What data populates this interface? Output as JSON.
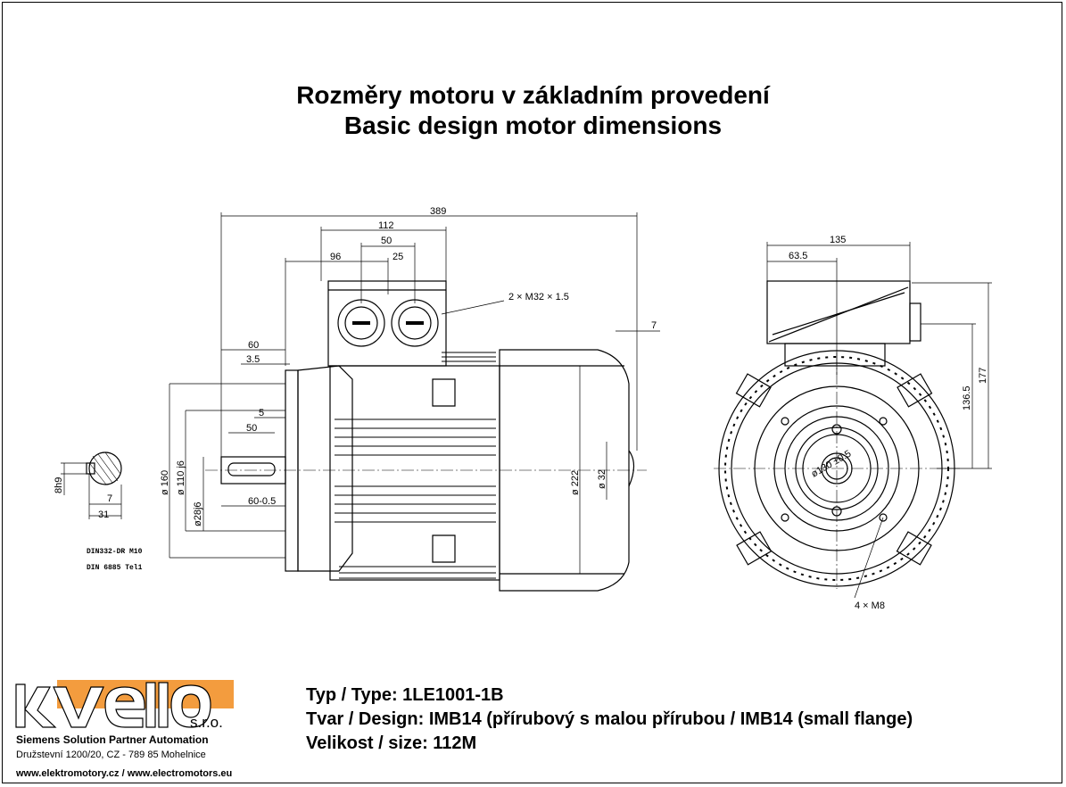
{
  "header": {
    "title_cz": "Rozměry motoru v základním provedení",
    "title_en": "Basic design motor dimensions"
  },
  "side_view": {
    "dims": {
      "overall_length": "389",
      "terminal_box_width": "112",
      "gland_spacing": "50",
      "gland_offset": "25",
      "box_position": "96",
      "flange_to_box": "60",
      "spigot": "3.5",
      "shaft_shoulder": "5",
      "key_length": "50",
      "shaft_length": "60-0.5",
      "rear_gap": "7",
      "flange_dia": "ø 160",
      "pitch_dia": "ø 110 j6",
      "shaft_dia": "ø28j6",
      "frame_dia": "ø 222",
      "fan_hole": "ø 32"
    },
    "gland_note": "2 × M32 × 1.5"
  },
  "end_view": {
    "dims": {
      "width": "135",
      "half_width": "63.5",
      "height_total": "177",
      "height_axis": "136.5",
      "bolt_circle": "ø130 ±0.5"
    },
    "bolts_note": "4 × M8"
  },
  "shaft_section": {
    "key_width": "8h9",
    "key_depth": "7",
    "section_height": "31",
    "norm1": "DIN332-DR M10",
    "norm2": "DIN 6885 Tel1"
  },
  "logo": {
    "brand": "kvello",
    "suffix": "s.r.o.",
    "accent_color": "#f39c3e"
  },
  "company": {
    "tagline": "Siemens Solution Partner Automation",
    "address": "Družstevní 1200/20, CZ - 789 85 Mohelnice",
    "web": "www.elektromotory.cz / www.electromotors.eu"
  },
  "info": {
    "type": "Typ / Type: 1LE1001-1B",
    "design": "Tvar / Design: IMB14 (přírubový s malou přírubou / IMB14 (small flange)",
    "size": "Velikost / size: 112M"
  }
}
